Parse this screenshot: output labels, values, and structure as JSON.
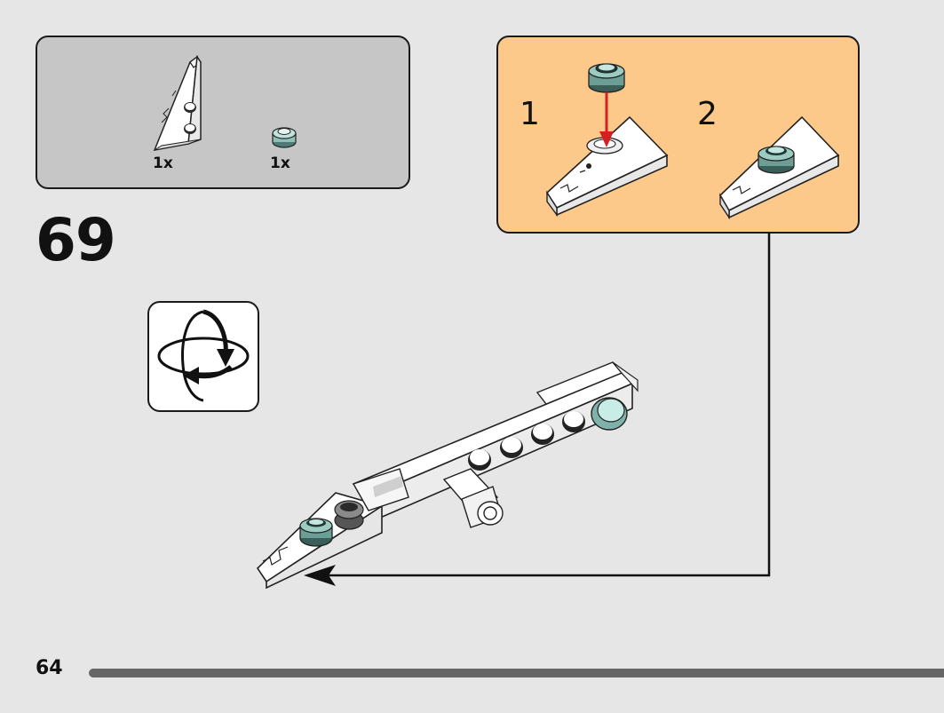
{
  "step": {
    "number": "69"
  },
  "parts": [
    {
      "name": "white-wedge-plate",
      "qty": "1x"
    },
    {
      "name": "trans-light-blue-round-plate",
      "qty": "1x"
    }
  ],
  "substeps": [
    {
      "label": "1"
    },
    {
      "label": "2"
    }
  ],
  "rotate_icon": "rotate-model-icon",
  "page": {
    "number": "64"
  },
  "colors": {
    "page_bg": "#e6e6e6",
    "parts_bg": "#c6c6c6",
    "substep_bg": "#fcc98b",
    "arrow_red": "#d42020",
    "trans_light_blue": "#a8d8d0"
  }
}
